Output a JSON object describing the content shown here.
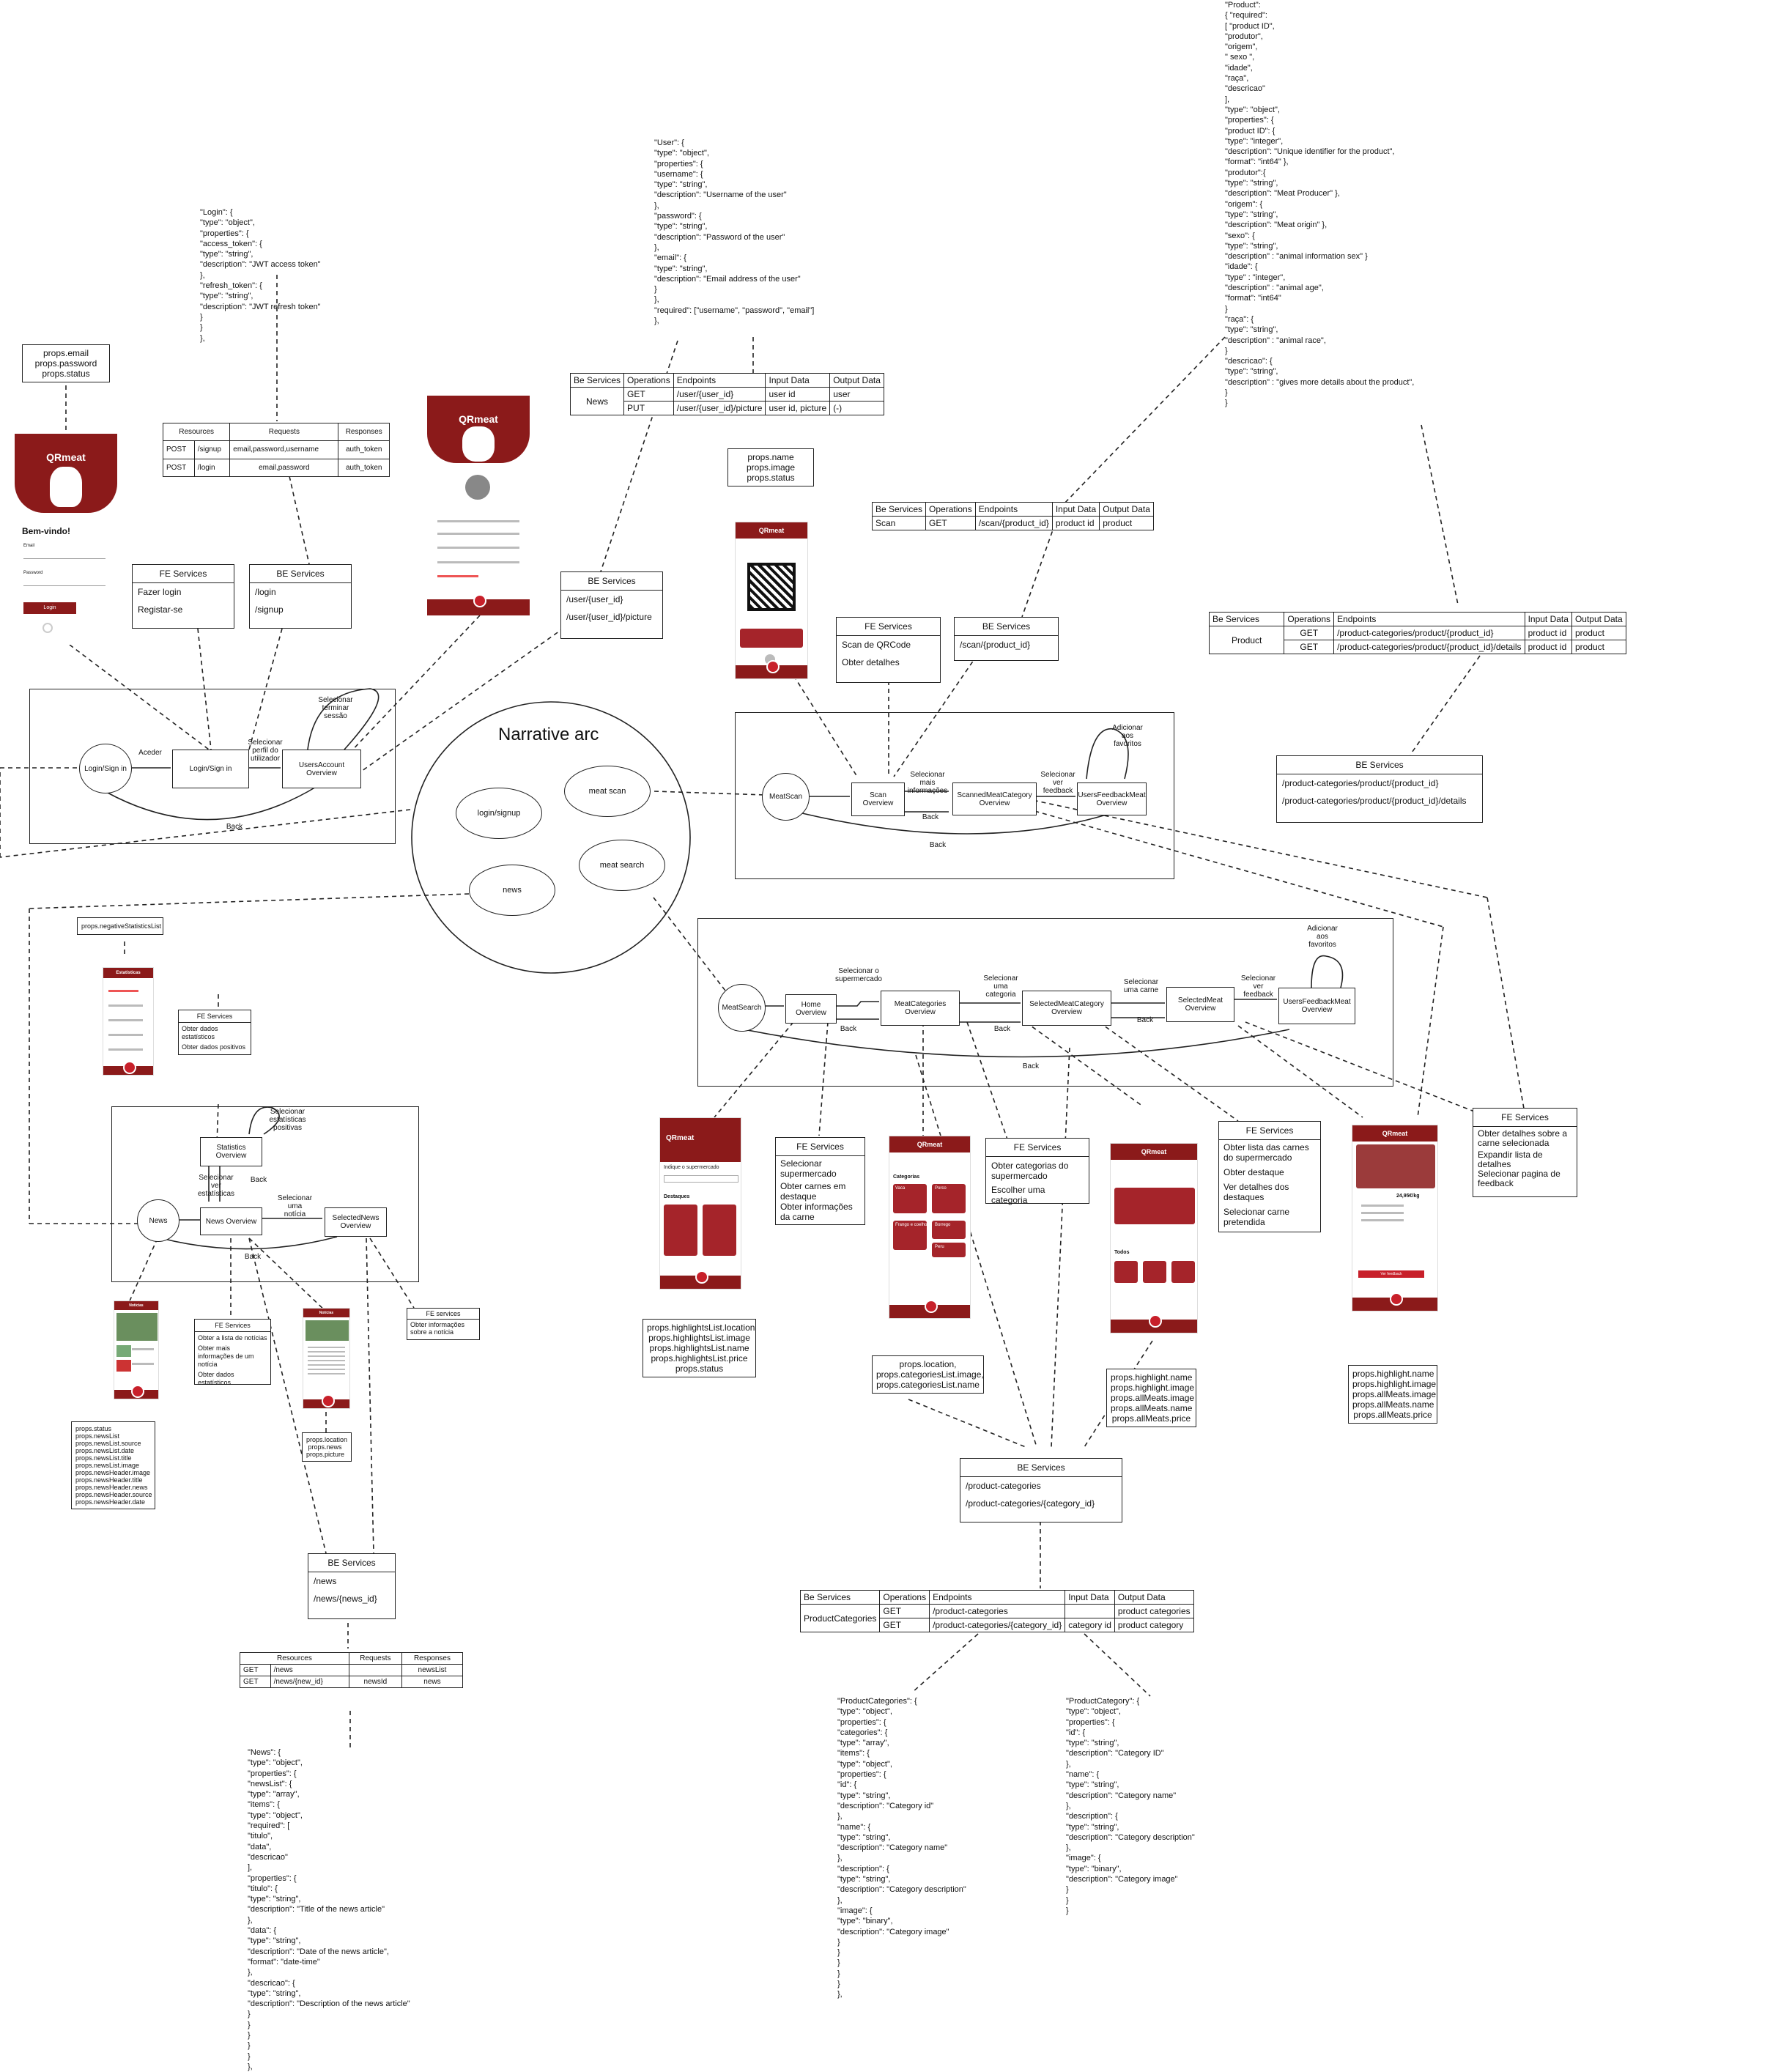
{
  "title": "Narrative arc",
  "narrative": {
    "login": "login/signup",
    "scan": "meat scan",
    "search": "meat search",
    "news": "news"
  },
  "login_flow": {
    "states": {
      "start": "Login/Sign in",
      "login": "Login/Sign in",
      "account": "UsersAccount Overview"
    },
    "edges": {
      "aceder": "Aceder",
      "perfil": "Selecionar\nperfil do\nutilizador",
      "sessao": "Selecionar\nterminar\nsessão",
      "back": "Back"
    },
    "props": "props.email\nprops.password\nprops.status",
    "fe": {
      "title": "FE Services",
      "items": [
        "Fazer login",
        "Registar-se"
      ]
    },
    "be": {
      "title": "BE Services",
      "items": [
        "/login",
        "/signup"
      ]
    },
    "be_user": {
      "title": "BE Services",
      "items": [
        "/user/{user_id}",
        "/user/{user_id}/picture"
      ]
    },
    "resources_table": {
      "header": [
        "Resources",
        "Requests",
        "Responses"
      ],
      "rows": [
        [
          "POST",
          "/signup",
          "email,password,username",
          "auth_token"
        ],
        [
          "POST",
          "/login",
          "email,password",
          "auth_token"
        ]
      ]
    },
    "login_json": "\"Login\": {\n\"type\": \"object\",\n\"properties\": {\n\"access_token\": {\n\"type\": \"string\",\n\"description\": \"JWT access token\"\n},\n\"refresh_token\": {\n\"type\": \"string\",\n\"description\": \"JWT refresh token\"\n}\n}\n},",
    "user_json": "\"User\": {\n\"type\": \"object\",\n\"properties\": {\n\"username\": {\n\"type\": \"string\",\n\"description\": \"Username of the user\"\n},\n\"password\": {\n\"type\": \"string\",\n\"description\": \"Password of the user\"\n},\n\"email\": {\n\"type\": \"string\",\n\"description\": \"Email address of the user\"\n}\n},\n\"required\": [\"username\", \"password\", \"email\"]\n},",
    "user_table": {
      "header": [
        "Be Services",
        "Operations",
        "Endpoints",
        "Input Data",
        "Output Data"
      ],
      "service": "News",
      "rows": [
        [
          "GET",
          "/user/{user_id}",
          "user id",
          "user"
        ],
        [
          "PUT",
          "/user/{user_id}/picture",
          "user id, picture",
          "(-)"
        ]
      ]
    }
  },
  "scan_flow": {
    "states": {
      "start": "MeatScan",
      "scan": "Scan Overview",
      "scanned": "ScannedMeatCategory Overview",
      "feedback": "UsersFeedbackMeat Overview"
    },
    "edges": {
      "info": "Selecionar\nmais\ninformações",
      "feedback": "Selecionar\nver\nfeedback",
      "fav": "Adicionar\naos\nfavoritos",
      "back1": "Back",
      "back2": "Back"
    },
    "props": "props.name\nprops.image\nprops.status",
    "fe": {
      "title": "FE Services",
      "items": [
        "Scan de QRCode",
        "Obter detalhes"
      ]
    },
    "be": {
      "title": "BE Services",
      "items": [
        "/scan/{product_id}"
      ]
    },
    "table": {
      "header": [
        "Be Services",
        "Operations",
        "Endpoints",
        "Input Data",
        "Output Data"
      ],
      "rows": [
        [
          "Scan",
          "GET",
          "/scan/{product_id}",
          "product id",
          "product"
        ]
      ]
    },
    "product_json": "\"Product\":\n{ \"required\":\n[ \"product ID\",\n\"produtor\",\n\"origem\",\n\" sexo \",\n\"idade\",\n\"raça\",\n\"descricao\"\n],\n\"type\": \"object\",\n\"properties\": {\n\"product ID\": {\n\"type\": \"integer\",\n\"description\": \"Unique identifier for the product\",\n\"format\": \"int64\" },\n\"produtor\":{\n\"type\": \"string\",\n\"description\": \"Meat Producer\" },\n\"origem\": {\n\"type\": \"string\",\n\"description\": \"Meat origin\" },\n\"sexo\": {\n\"type\": \"string\",\n\"description\" : \"animal information sex\" }\n\"idade\": {\n\"type\" : \"integer\",\n\"description\" : \"animal age\",\n\"format\": \"int64\"\n}\n\"raça\": {\n\"type\": \"string\",\n\"description\" : \"animal race\",\n}\n\"descricao\": {\n\"type\": \"string\",\n\"description\" : \"gives more details about the product\",\n}\n}",
    "product_table": {
      "header": [
        "Be Services",
        "Operations",
        "Endpoints",
        "Input Data",
        "Output Data"
      ],
      "service": "Product",
      "rows": [
        [
          "GET",
          "/product-categories/product/{product_id}",
          "product id",
          "product"
        ],
        [
          "GET",
          "/product-categories/product/{product_id}/details",
          "product id",
          "product"
        ]
      ]
    },
    "be_product": {
      "title": "BE Services",
      "items": [
        "/product-categories/product/{product_id}",
        "/product-categories/product/{product_id}/details"
      ]
    }
  },
  "search_flow": {
    "states": {
      "start": "MeatSearch",
      "home": "Home Overview",
      "categories": "MeatCategories Overview",
      "selcat": "SelectedMeatCategory Overview",
      "selmeat": "SelectedMeat Overview",
      "feedback": "UsersFeedbackMeat Overview"
    },
    "edges": {
      "supermercado": "Selecionar o\nsupermercado",
      "categoria": "Selecionar\numa\ncategoria",
      "carne": "Selecionar\numa carne",
      "feedback": "Selecionar\nver\nfeedback",
      "fav": "Adicionar\naos\nfavoritos",
      "back1": "Back",
      "back2": "Back",
      "back3": "Back",
      "back4": "Back"
    },
    "fe_home": {
      "title": "FE Services",
      "items": [
        "Selecionar supermercado",
        "Obter carnes em destaque",
        "Obter informações da carne"
      ]
    },
    "fe_cat": {
      "title": "FE Services",
      "items": [
        "Obter categorias do supermercado",
        "Escolher uma categoria"
      ]
    },
    "fe_selcat": {
      "title": "FE Services",
      "items": [
        "Obter lista das carnes do supermercado",
        "Obter destaque",
        "Ver detalhes dos destaques",
        "Selecionar carne pretendida"
      ]
    },
    "fe_meat": {
      "title": "FE Services",
      "items": [
        "Obter detalhes sobre a carne selecionada",
        "Expandir lista de detalhes",
        "Selecionar pagina de feedback"
      ]
    },
    "props_home": "props.highlightsList.location\nprops.highlightsList.image\nprops.highlightsList.name\nprops.highlightsList.price\nprops.status",
    "props_cat": "props.location,\nprops.categoriesList.image,\nprops.categoriesList.name",
    "props_selcat": "props.highlight.name\nprops.highlight.image\nprops.allMeats.image\nprops.allMeats.name\nprops.allMeats.price",
    "props_meat": "props.highlight.name\nprops.highlight.image\nprops.allMeats.image\nprops.allMeats.name\nprops.allMeats.price",
    "be": {
      "title": "BE Services",
      "items": [
        "/product-categories",
        "/product-categories/{category_id}"
      ]
    },
    "table": {
      "header": [
        "Be Services",
        "Operations",
        "Endpoints",
        "Input Data",
        "Output Data"
      ],
      "service": "ProductCategories",
      "rows": [
        [
          "GET",
          "/product-categories",
          "",
          "product categories"
        ],
        [
          "GET",
          "/product-categories/{category_id}",
          "category id",
          "product category"
        ]
      ]
    },
    "categories_json": "\"ProductCategories\": {\n\"type\": \"object\",\n\"properties\": {\n\"categories\": {\n\"type\": \"array\",\n\"items\": {\n\"type\": \"object\",\n\"properties\": {\n\"id\": {\n\"type\": \"string\",\n\"description\": \"Category id\"\n},\n\"name\": {\n\"type\": \"string\",\n\"description\": \"Category name\"\n},\n\"description\": {\n\"type\": \"string\",\n\"description\": \"Category description\"\n},\n\"image\": {\n\"type\": \"binary\",\n\"description\": \"Category image\"\n}\n}\n}\n}\n}\n},",
    "category_json": "\"ProductCategory\": {\n\"type\": \"object\",\n\"properties\": {\n\"id\": {\n\"type\": \"string\",\n\"description\": \"Category ID\"\n},\n\"name\": {\n\"type\": \"string\",\n\"description\": \"Category name\"\n},\n\"description\": {\n\"type\": \"string\",\n\"description\": \"Category description\"\n},\n\"image\": {\n\"type\": \"binary\",\n\"description\": \"Category image\"\n}\n}\n}"
  },
  "news_flow": {
    "states": {
      "start": "News",
      "stats": "Statistics Overview",
      "news": "News Overview",
      "selnews": "SelectedNews Overview"
    },
    "edges": {
      "positivas": "Selecionar\nestatísticas\npositivas",
      "ver": "Selecionar\nver\nestatísticas",
      "noticia": "Selecionar\numa\nnotícia",
      "back1": "Back",
      "back2": "Back"
    },
    "props_stats": "props.negativeStatisticsList",
    "props_news": "props.status\nprops.newsList\nprops.newsList.source\nprops.newsList.date\nprops.newsList.title\nprops.newsList.image\nprops.newsHeader.image\nprops.newsHeader.title\nprops.newsHeader.news\nprops.newsHeader.source\nprops.newsHeader.date",
    "props_sel": "props.location\n props.news\nprops.picture",
    "fe_stats": {
      "title": "FE Services",
      "items": [
        "Obter dados estatísticos",
        "Obter dados positivos"
      ]
    },
    "fe_news": {
      "title": "FE Services",
      "items": [
        "Obter a lista de notícias",
        "Obter mais informações de um notícia",
        "Obter dados estatísticos"
      ]
    },
    "fe_sel": {
      "title": "FE services",
      "items": [
        "Obter informações sobre a notícia"
      ]
    },
    "be": {
      "title": "BE Services",
      "items": [
        "/news",
        "/news/{news_id}"
      ]
    },
    "table": {
      "header": [
        "Resources",
        "Requests",
        "Responses"
      ],
      "rows": [
        [
          "GET",
          "/news",
          "",
          "newsList"
        ],
        [
          "GET",
          "/news/{new_id}",
          "newsId",
          "news"
        ]
      ]
    },
    "news_json": "\"News\": {\n\"type\": \"object\",\n\"properties\": {\n\"newsList\": {\n\"type\": \"array\",\n\"items\": {\n\"type\": \"object\",\n\"required\": [\n\"titulo\",\n\"data\",\n\"descricao\"\n],\n\"properties\": {\n\"titulo\": {\n\"type\": \"string\",\n\"description\": \"Title of the news article\"\n},\n\"data\": {\n\"type\": \"string\",\n\"description\": \"Date of the news article\",\n\"format\": \"date-time\"\n},\n\"descricao\": {\n\"type\": \"string\",\n\"description\": \"Description of the news article\"\n}\n}\n}\n}\n}\n},"
  },
  "mockups": {
    "brand": "QRmeat",
    "welcome": "Bem-vindo!",
    "login_button": "Login",
    "email_label": "Email",
    "password_label": "Password",
    "highlights": "Destaques",
    "categories": "Categorias",
    "pick_market": "Indique o supermercado",
    "price": "24,95€/kg",
    "statistics": "Estatísticas",
    "news_title": "Notícias",
    "cat_vaca": "Vaca",
    "cat_porco": "Porco",
    "cat_frango": "Frango e coelho",
    "cat_borrego": "Borrego",
    "cat_peru": "Peru",
    "todos": "Todos",
    "feedback_btn": "Ver feedback"
  },
  "colors": {
    "brand": "#8b1a1a",
    "accent": "#c8202a"
  }
}
